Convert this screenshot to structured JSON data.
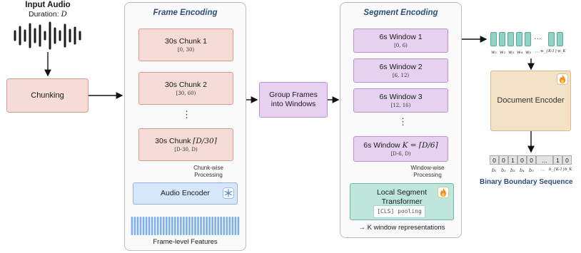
{
  "input": {
    "title": "Input Audio",
    "duration_label": "Duration:",
    "duration_var": "D"
  },
  "chunking": {
    "label": "Chunking"
  },
  "frame_encoding": {
    "title": "Frame Encoding",
    "chunks": [
      {
        "label": "30s Chunk 1",
        "range": "[0, 30)"
      },
      {
        "label": "30s Chunk 2",
        "range": "[30, 60)"
      }
    ],
    "dots": "⋮",
    "last_chunk": {
      "label": "30s Chunk",
      "ceil": "⌈D/30⌉",
      "range": "[D-30, D)"
    },
    "arrow_label_1": "Chunk-wise",
    "arrow_label_2": "Processing",
    "encoder": "Audio Encoder",
    "features_label": "Frame-level Features"
  },
  "group": {
    "line1": "Group Frames",
    "line2": "into Windows"
  },
  "segment_encoding": {
    "title": "Segment Encoding",
    "windows": [
      {
        "label": "6s Window 1",
        "range": "[0, 6)"
      },
      {
        "label": "6s Window 2",
        "range": "[6, 12)"
      },
      {
        "label": "6s Window 3",
        "range": "[12, 16)"
      }
    ],
    "dots": "⋮",
    "last_window": {
      "label": "6s Window",
      "math": "K = ⌈D/6⌉",
      "range": "[D-6, D)"
    },
    "arrow_label_1": "Window-wise",
    "arrow_label_2": "Processing",
    "transformer_line1": "Local Segment",
    "transformer_line2": "Transformer",
    "pooling": "[CLS] pooling",
    "output_label": "→ K window representations"
  },
  "tokens": {
    "labels": [
      "w₁",
      "w₂",
      "w₃",
      "w₄",
      "w₅",
      "⋯",
      "w_{K-1}",
      "w_K"
    ],
    "dots": "…"
  },
  "document_encoder": {
    "label": "Document Encoder"
  },
  "boundary": {
    "values": [
      "0",
      "0",
      "1",
      "0",
      "0",
      "...",
      "1",
      "0"
    ],
    "labels": [
      "b₁",
      "b₂",
      "b₃",
      "b₄",
      "b₅",
      "⋯",
      "b_{K-1}",
      "b_K"
    ],
    "title": "Binary Boundary Sequence"
  },
  "colors": {
    "title_blue": "#2e4d7a",
    "chunk_fill": "#f6dcd7",
    "window_fill": "#e6d2f0",
    "encoder_fill": "#d6e6fb",
    "transformer_fill": "#bfe6db",
    "doc_fill": "#f4e2c6",
    "token_fill": "#8fd3c7",
    "feature_bars": "#7fb0ea"
  },
  "icons": {
    "waveform": "waveform-icon",
    "trainable": "fire-icon",
    "frozen": "snowflake-icon"
  }
}
